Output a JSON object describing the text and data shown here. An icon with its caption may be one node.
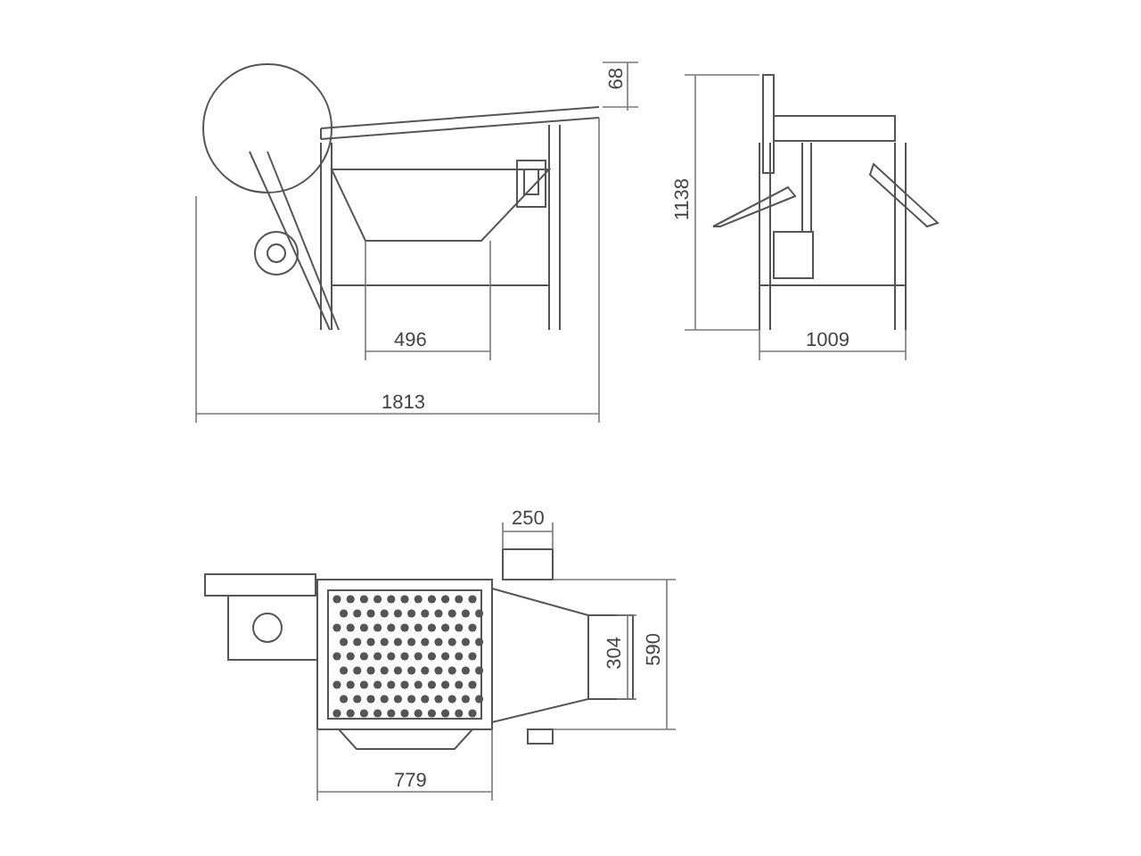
{
  "diagram": {
    "labels": [
      "68",
      "1138",
      "496",
      "1813",
      "1009",
      "250",
      "304",
      "590",
      "779"
    ]
  }
}
